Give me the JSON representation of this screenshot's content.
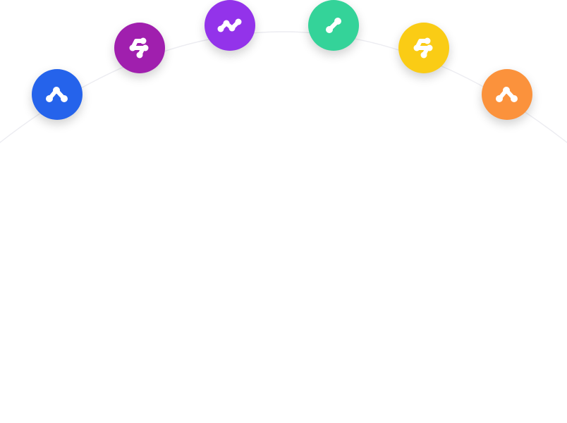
{
  "arc": {
    "stroke_color": "#ececf1"
  },
  "nodes": [
    {
      "name": "node-blue",
      "color": "#2563eb",
      "icon": "peak-connector-icon"
    },
    {
      "name": "node-magenta",
      "color": "#a01fae",
      "icon": "s-connector-icon"
    },
    {
      "name": "node-purple",
      "color": "#9333ea",
      "icon": "wave-connector-icon"
    },
    {
      "name": "node-green",
      "color": "#34d399",
      "icon": "diagonal-link-icon"
    },
    {
      "name": "node-yellow",
      "color": "#facc15",
      "icon": "s-connector-icon"
    },
    {
      "name": "node-orange",
      "color": "#fb923c",
      "icon": "peak-connector-icon"
    }
  ]
}
